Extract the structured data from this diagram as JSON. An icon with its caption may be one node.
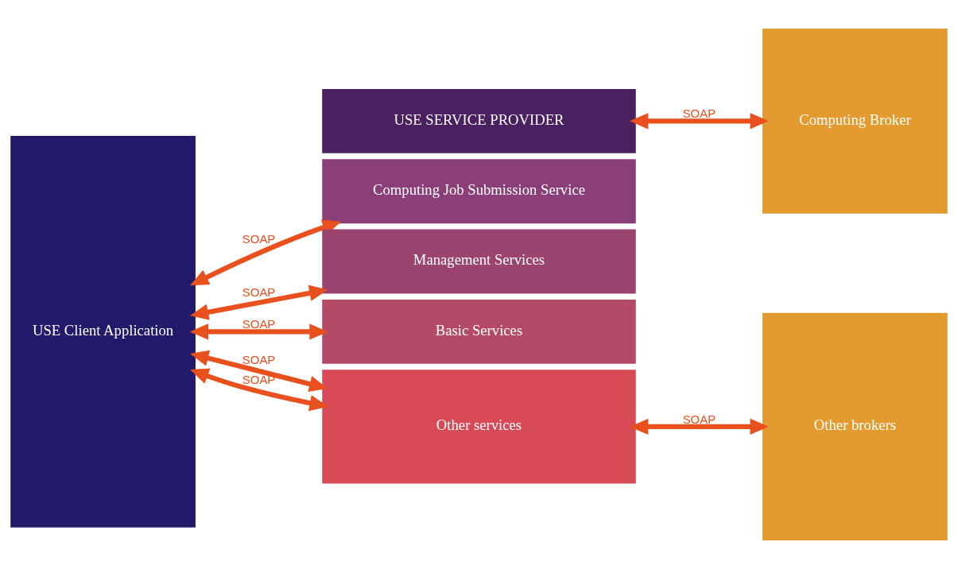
{
  "diagram": {
    "nodes": [
      {
        "text": [
          "USE Client Application"
        ]
      },
      {
        "text": [
          "USE SERVICE PROVIDER"
        ]
      },
      {
        "text": [
          "Computing Job Submission Service"
        ]
      },
      {
        "text": [
          "Management Services"
        ]
      },
      {
        "text": [
          "Basic Services"
        ]
      },
      {
        "text": [
          "Other services"
        ]
      },
      {
        "text": [
          "Computing Broker"
        ]
      },
      {
        "text": [
          "Other brokers"
        ]
      }
    ],
    "edges": [
      {
        "from": 0,
        "to": 2,
        "arrow": "both",
        "label": "SOAP"
      },
      {
        "from": 0,
        "to": 3,
        "arrow": "both",
        "label": "SOAP"
      },
      {
        "from": 0,
        "to": 4,
        "arrow": "both",
        "label": "SOAP"
      },
      {
        "from": 0,
        "to": 5,
        "arrow": "both",
        "label": "SOAP"
      },
      {
        "from": 0,
        "to": 5,
        "arrow": "both",
        "label": "SOAP"
      },
      {
        "from": 1,
        "to": 6,
        "arrow": "both",
        "label": "SOAP"
      },
      {
        "from": 5,
        "to": 7,
        "arrow": "both",
        "label": "SOAP"
      }
    ]
  }
}
